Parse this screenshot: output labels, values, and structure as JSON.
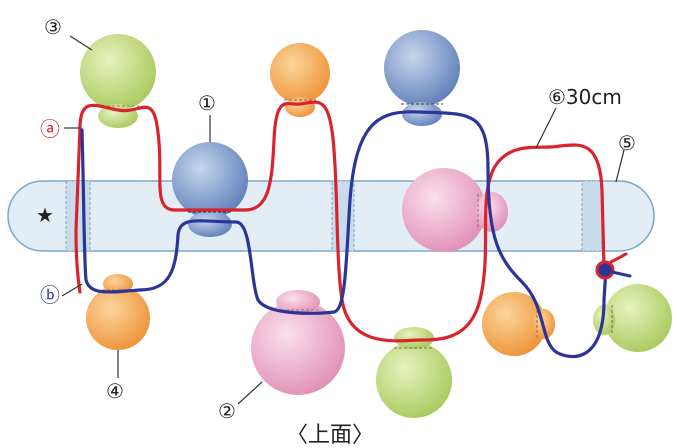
{
  "labels": {
    "part1": "①",
    "part2": "②",
    "part3": "③",
    "part4": "④",
    "part5": "⑤",
    "part6": "⑥30cm",
    "cord_a": "ⓐ",
    "cord_b": "ⓑ",
    "star": "★"
  },
  "caption": "〈上面〉",
  "colors": {
    "cord_a": "#d9232d",
    "cord_b": "#2b3598",
    "bar_fill": "#e3edf6",
    "bar_stroke": "#7ea6c6",
    "bead_blue": "#7d99c9",
    "bead_orange": "#f2a64f",
    "bead_green": "#c2db7c",
    "bead_pink": "#f0b3cd"
  }
}
